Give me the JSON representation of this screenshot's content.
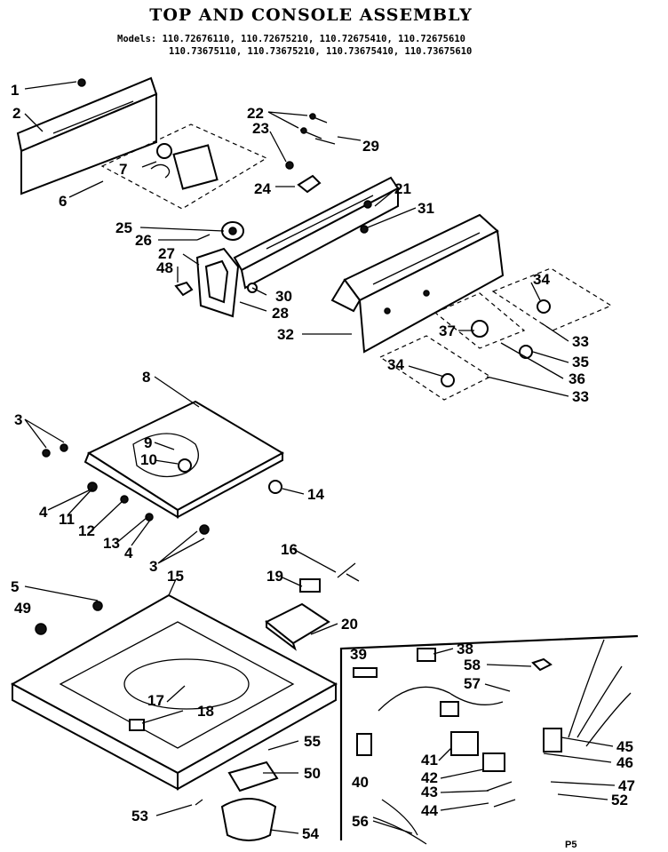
{
  "title": "TOP AND CONSOLE ASSEMBLY",
  "models": {
    "prefix": "Models:",
    "line1": "110.72676110, 110.72675210, 110.72675410, 110.72675610",
    "line2": "110.73675110, 110.73675210, 110.73675410, 110.73675610"
  },
  "callouts": [
    "1",
    "2",
    "6",
    "7",
    "22",
    "23",
    "29",
    "24",
    "21",
    "31",
    "25",
    "26",
    "27",
    "48",
    "30",
    "28",
    "32",
    "34",
    "37",
    "33",
    "35",
    "36",
    "34",
    "33",
    "8",
    "3",
    "9",
    "10",
    "14",
    "4",
    "11",
    "12",
    "13",
    "4",
    "3",
    "16",
    "19",
    "5",
    "15",
    "49",
    "20",
    "17",
    "18",
    "55",
    "50",
    "53",
    "54",
    "39",
    "38",
    "58",
    "57",
    "41",
    "40",
    "42",
    "43",
    "44",
    "56",
    "45",
    "46",
    "47",
    "52"
  ],
  "page_number": "P5"
}
